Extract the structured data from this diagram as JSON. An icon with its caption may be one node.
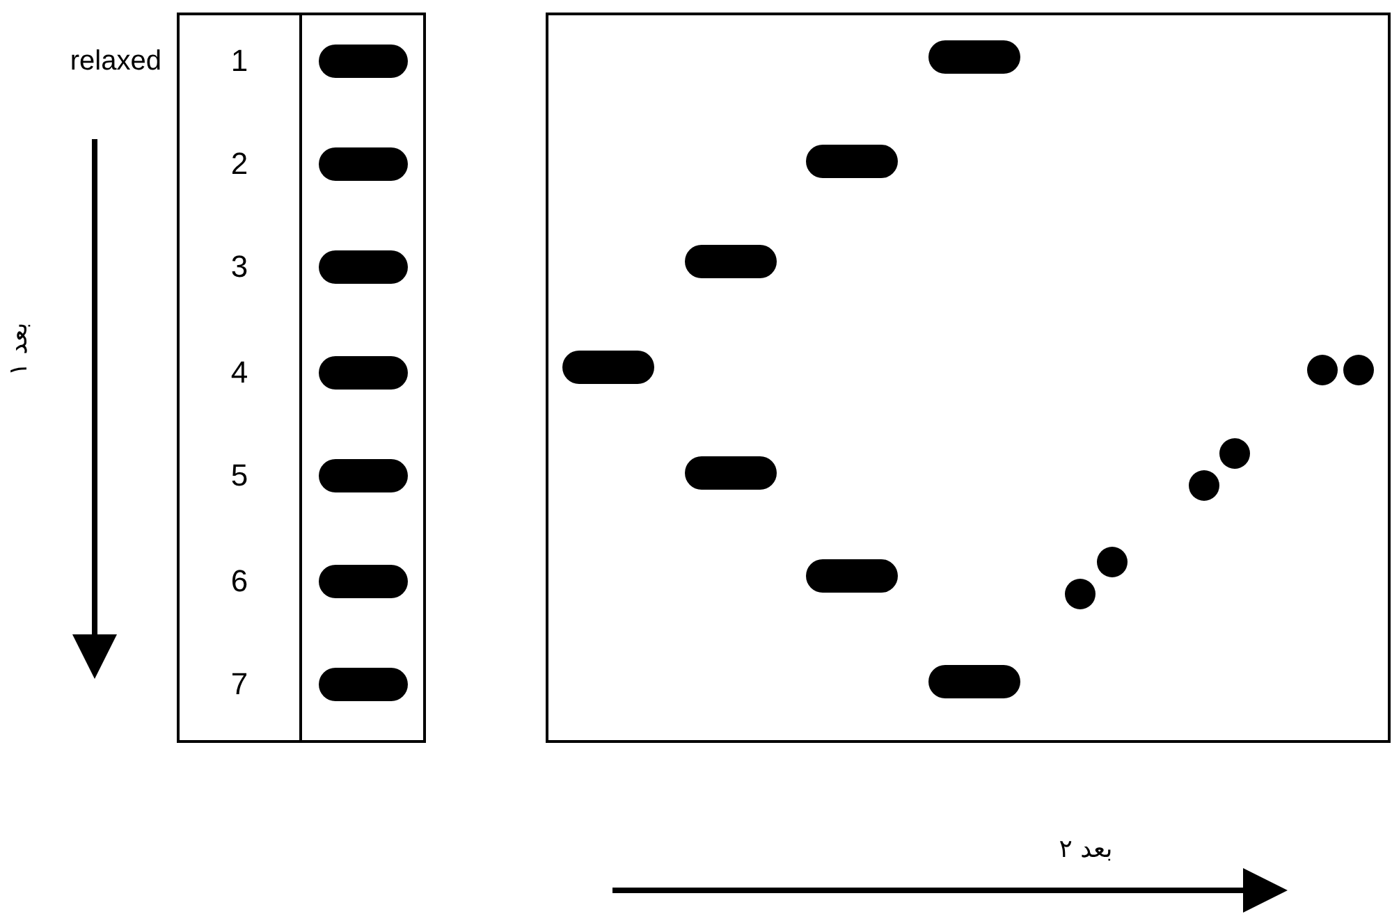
{
  "diagram": {
    "labels": [
      "relaxed",
      "1",
      "2",
      "3",
      "4",
      "5",
      "6",
      "7",
      "بعد ١",
      "بعد ٢"
    ]
  }
}
